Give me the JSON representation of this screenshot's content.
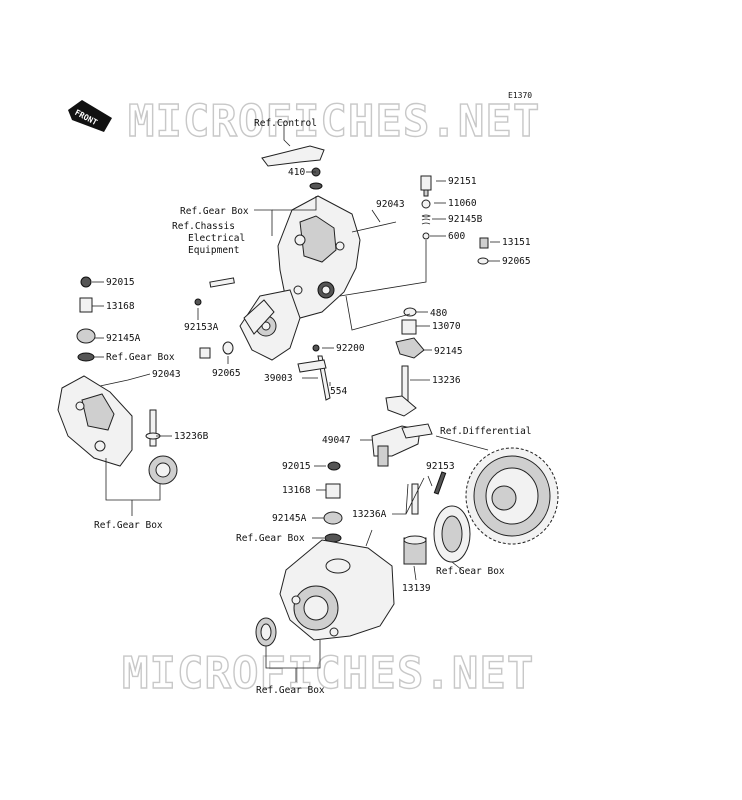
{
  "diagram_code": "E1370",
  "watermark": "MICROFICHES.NET",
  "front_label": "FRONT",
  "labels": {
    "ref_control": "Ref.Control",
    "ref_gear_box_top": "Ref.Gear Box",
    "ref_chassis_1": "Ref.Chassis",
    "ref_chassis_2": "Electrical",
    "ref_chassis_3": "Equipment",
    "p410": "410",
    "p92043_top": "92043",
    "p92151": "92151",
    "p11060": "11060",
    "p92145b": "92145B",
    "p600": "600",
    "p13151": "13151",
    "p92065_r": "92065",
    "p480": "480",
    "p13070": "13070",
    "p92145_r": "92145",
    "p13236_r": "13236",
    "p92200": "92200",
    "p39003": "39003",
    "p554": "554",
    "p92153a": "92153A",
    "p92065_l": "92065",
    "p92015_l": "92015",
    "p13168_l": "13168",
    "p92145a_l": "92145A",
    "ref_gear_box_l1": "Ref.Gear Box",
    "p92043_l": "92043",
    "p13236b": "13236B",
    "ref_gear_box_l2": "Ref.Gear Box",
    "p49047": "49047",
    "ref_differential": "Ref.Differential",
    "p92015_c": "92015",
    "p92153": "92153",
    "p13168_c": "13168",
    "p13236a": "13236A",
    "p92145a_c": "92145A",
    "ref_gear_box_c": "Ref.Gear Box",
    "p13139": "13139",
    "ref_gear_box_r": "Ref.Gear Box",
    "ref_gear_box_bottom": "Ref.Gear Box"
  }
}
